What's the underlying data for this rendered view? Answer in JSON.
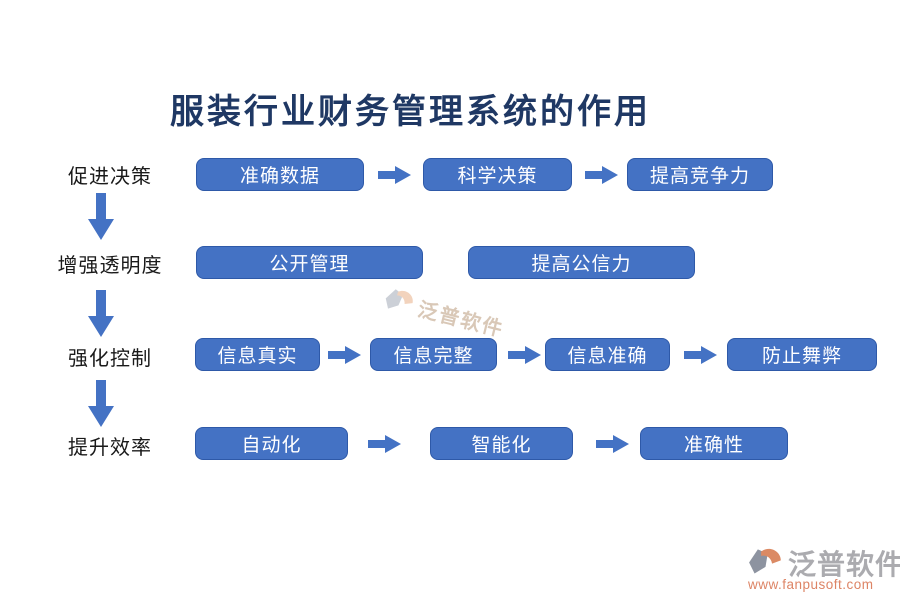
{
  "title": "服装行业财务管理系统的作用",
  "diagram": {
    "rows": [
      {
        "label": "促进决策",
        "boxes": [
          "准确数据",
          "科学决策",
          "提高竞争力"
        ]
      },
      {
        "label": "增强透明度",
        "boxes": [
          "公开管理",
          "提高公信力"
        ]
      },
      {
        "label": "强化控制",
        "boxes": [
          "信息真实",
          "信息完整",
          "信息准确",
          "防止舞弊"
        ]
      },
      {
        "label": "提升效率",
        "boxes": [
          "自动化",
          "智能化",
          "准确性"
        ]
      }
    ]
  },
  "watermark": {
    "brand": "泛普软件"
  },
  "footer": {
    "brand": "泛普软件",
    "url": "www.fanpusoft.com"
  },
  "colors": {
    "box_fill": "#4472C4",
    "box_border": "#2E59A8",
    "arrow": "#4472C4",
    "title_text": "#1F3864",
    "label_text": "#1a1a1a",
    "footer_brand": "#ABABAF",
    "footer_url": "#DD8465",
    "watermark_text": "#cbb39c"
  }
}
